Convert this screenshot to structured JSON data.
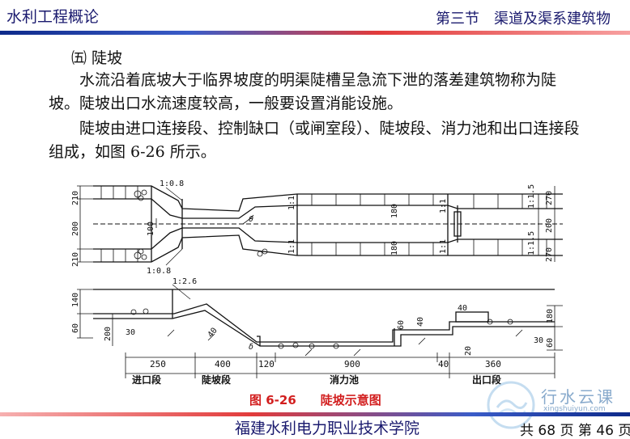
{
  "header": {
    "course_title": "水利工程概论",
    "section_title": "第三节　渠道及渠系建筑物"
  },
  "content": {
    "subsection": "㈤ 陡坡",
    "paragraph1": "水流沿着底坡大于临界坡度的明渠陡槽呈急流下泄的落差建筑物称为陡坡。陡坡出口水流速度较高，一般要设置消能设施。",
    "paragraph2": "陡坡由进口连接段、控制缺口（或闸室段）、陡坡段、消力池和出口连接段组成，如图 6-26 所示。"
  },
  "figure": {
    "caption": "图 6-26　　陡坡示意图",
    "plan_labels": {
      "slope_top": "1:0.8",
      "slope_bottom": "1:0.8",
      "angle": "θ",
      "left_dims": [
        "210",
        "200",
        "210"
      ],
      "inner_width": "100",
      "basin_top": "180",
      "basin_bottom": "180",
      "slope_pool_top": "1:1",
      "slope_pool_bottom": "1:1",
      "outlet_top": "1:1",
      "outlet_bottom": "1:1",
      "outlet_top2": "1:1.5",
      "outlet_bottom2": "1:1.5",
      "right_dims": [
        "270",
        "200",
        "270"
      ]
    },
    "profile_labels": {
      "chute_slope": "1:2.6",
      "left_dims": [
        "140",
        "60"
      ],
      "inlet_height": "200",
      "inlet_sill": "30",
      "chute_thickness": "40",
      "delta": "δ",
      "pool_depth": "60",
      "pool_wall": "40",
      "end_sill": "40",
      "outlet_small": "20",
      "right_dims": [
        "180",
        "60"
      ],
      "right_sill": "30"
    },
    "dimensions": [
      "250",
      "400",
      "120",
      "900",
      "40",
      "360"
    ],
    "segments": [
      "进口段",
      "陡坡段",
      "消力池",
      "出口段"
    ]
  },
  "footer": {
    "institution": "福建水利电力职业技术学院",
    "page_info": "共 68 页  第 46 页"
  },
  "watermark": {
    "name": "行水云课",
    "url": "xingshuiyun.com"
  }
}
